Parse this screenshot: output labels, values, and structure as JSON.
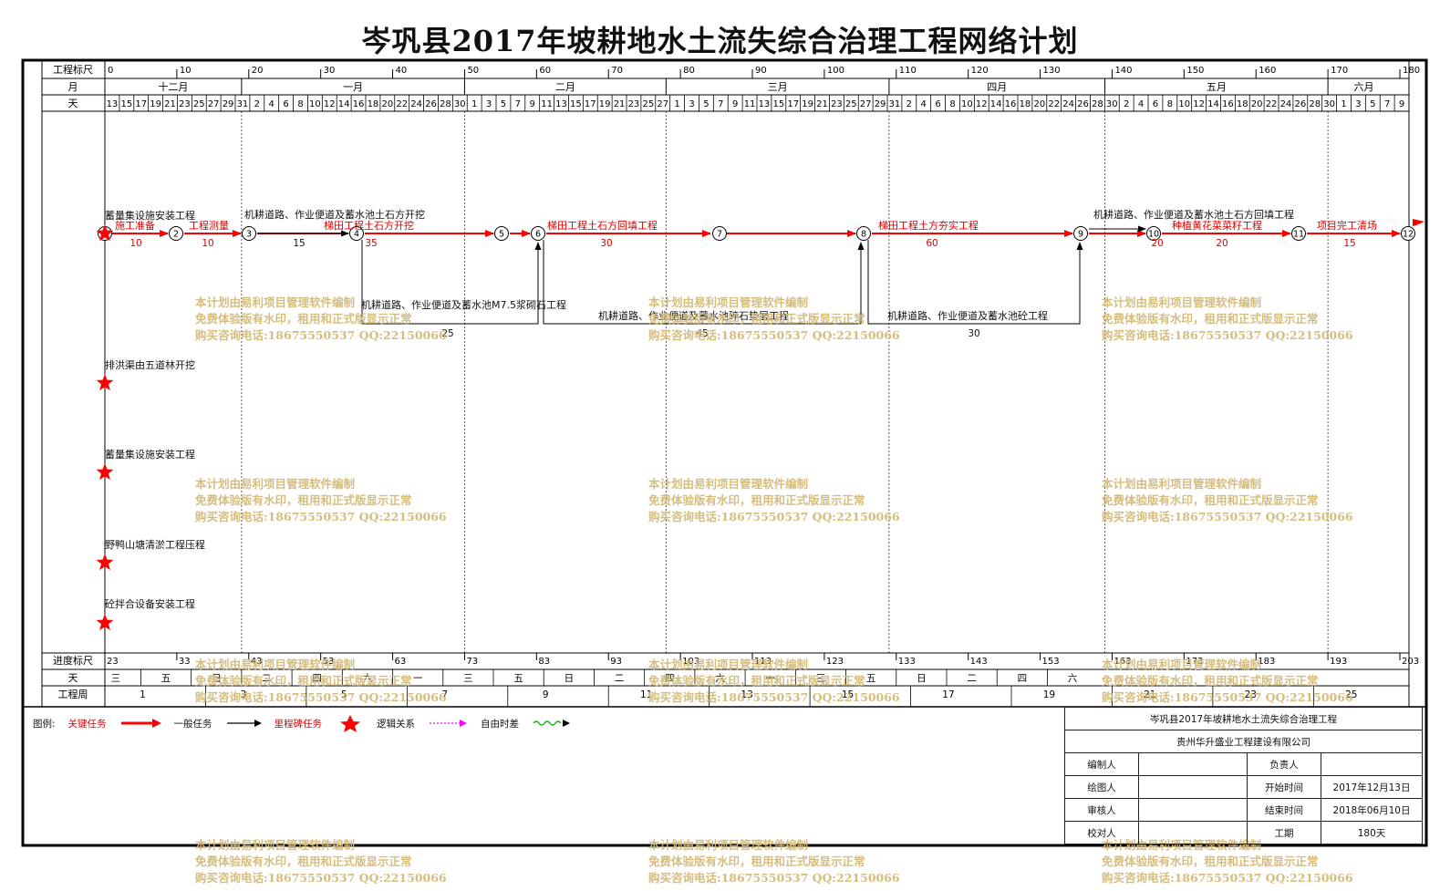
{
  "title": "岑巩县2017年坡耕地水土流失综合治理工程网络计划",
  "header": {
    "scale_label": "工程标尺",
    "month_label": "月",
    "day_label": "天",
    "scale_ticks": [
      0,
      10,
      20,
      30,
      40,
      50,
      60,
      70,
      80,
      90,
      100,
      110,
      120,
      130,
      140,
      150,
      160,
      170,
      180
    ],
    "months": [
      "十二月",
      "一月",
      "二月",
      "三月",
      "四月",
      "五月",
      "六月"
    ],
    "day_numbers": [
      13,
      15,
      17,
      19,
      21,
      23,
      25,
      27,
      29,
      31,
      2,
      4,
      6,
      8,
      10,
      12,
      14,
      16,
      18,
      20,
      22,
      24,
      26,
      28,
      30,
      1,
      3,
      5,
      7,
      9,
      11,
      13,
      15,
      17,
      19,
      21,
      23,
      25,
      27,
      1,
      3,
      5,
      7,
      9,
      11,
      13,
      15,
      17,
      19,
      21,
      23,
      25,
      27,
      29,
      31,
      2,
      4,
      6,
      8,
      10,
      12,
      14,
      16,
      18,
      20,
      22,
      24,
      26,
      28,
      30,
      2,
      4,
      6,
      8,
      10,
      12,
      14,
      16,
      18,
      20,
      22,
      24,
      26,
      28,
      30,
      1,
      3,
      5,
      7,
      9
    ]
  },
  "footer": {
    "progress_label": "进度标尺",
    "day_label": "天",
    "week_label": "工程周",
    "progress_ticks": [
      23,
      33,
      43,
      53,
      63,
      73,
      83,
      93,
      103,
      113,
      123,
      133,
      143,
      153,
      163,
      173,
      183,
      193,
      203
    ],
    "weekdays": [
      "三",
      "五",
      "日",
      "二",
      "四",
      "六",
      "一",
      "三",
      "五",
      "日",
      "二",
      "四",
      "六",
      "一",
      "三",
      "五",
      "日",
      "二",
      "四",
      "六"
    ],
    "weeks": [
      "1",
      "3",
      "5",
      "7",
      "9",
      "11",
      "13",
      "15",
      "17",
      "19",
      "21",
      "23",
      "25"
    ]
  },
  "tasks": {
    "t1_2": "施工准备",
    "t2_3": "工程测量",
    "t3_4": "机耕道路、作业便道及蓄水池土石方开挖",
    "t4_5": "梯田工程土石方开挖",
    "t4_6": "机耕道路、作业便道及蓄水池M7.5浆砌石工程",
    "t5_6": "",
    "t6_7": "梯田工程土石方回填工程",
    "t6_8": "机耕道路、作业便道及蓄水池碎石垫层工程",
    "t7_8": "",
    "t8_9": "梯田工程土方夯实工程",
    "t8_9b": "机耕道路、作业便道及蓄水池砼工程",
    "t9_10": "机耕道路、作业便道及蓄水池土石方回填工程",
    "t10_11": "种植黄花菜菜籽工程",
    "t11_12": "项目完工清场",
    "m1": "排洪渠由五道林开挖",
    "m2": "蓄量集设施安装工程",
    "m3": "野鸭山塘清淤工程压程",
    "m4": "砼拌合设备安装工程"
  },
  "durations": {
    "d1_2": "10",
    "d2_3": "10",
    "d3_4": "15",
    "d4_5": "35",
    "d4_6": "25",
    "d6_7": "30",
    "d6_8": "45",
    "d8_9": "60",
    "d8_9b": "30",
    "d9_10": "20",
    "d10_11": "20",
    "d11_12": "15"
  },
  "nodes": [
    "1",
    "2",
    "3",
    "4",
    "5",
    "6",
    "7",
    "8",
    "9",
    "10",
    "11",
    "12"
  ],
  "watermark": {
    "line1": "本计划由易利项目管理软件编制",
    "line2": "免费体验版有水印，租用和正式版显示正常",
    "line3": "购买咨询电话:18675550537 QQ:22150066"
  },
  "legend": {
    "label": "图例:",
    "critical": "关键任务",
    "normal": "一般任务",
    "milestone": "里程碑任务",
    "logic": "逻辑关系",
    "float": "自由时差"
  },
  "info": {
    "project": "岑巩县2017年坡耕地水土流失综合治理工程",
    "company": "贵州华升盛业工程建设有限公司",
    "editor_label": "编制人",
    "leader_label": "负责人",
    "drawer_label": "绘图人",
    "start_label": "开始时间",
    "start_value": "2017年12月13日",
    "reviewer_label": "审核人",
    "end_label": "结束时间",
    "end_value": "2018年06月10日",
    "checker_label": "校对人",
    "period_label": "工期",
    "period_value": "180天"
  },
  "colors": {
    "critical": "#ff0000",
    "normal": "#000000",
    "logic": "#ff00ff",
    "float": "#00aa00",
    "watermark": "#d4ba78"
  }
}
